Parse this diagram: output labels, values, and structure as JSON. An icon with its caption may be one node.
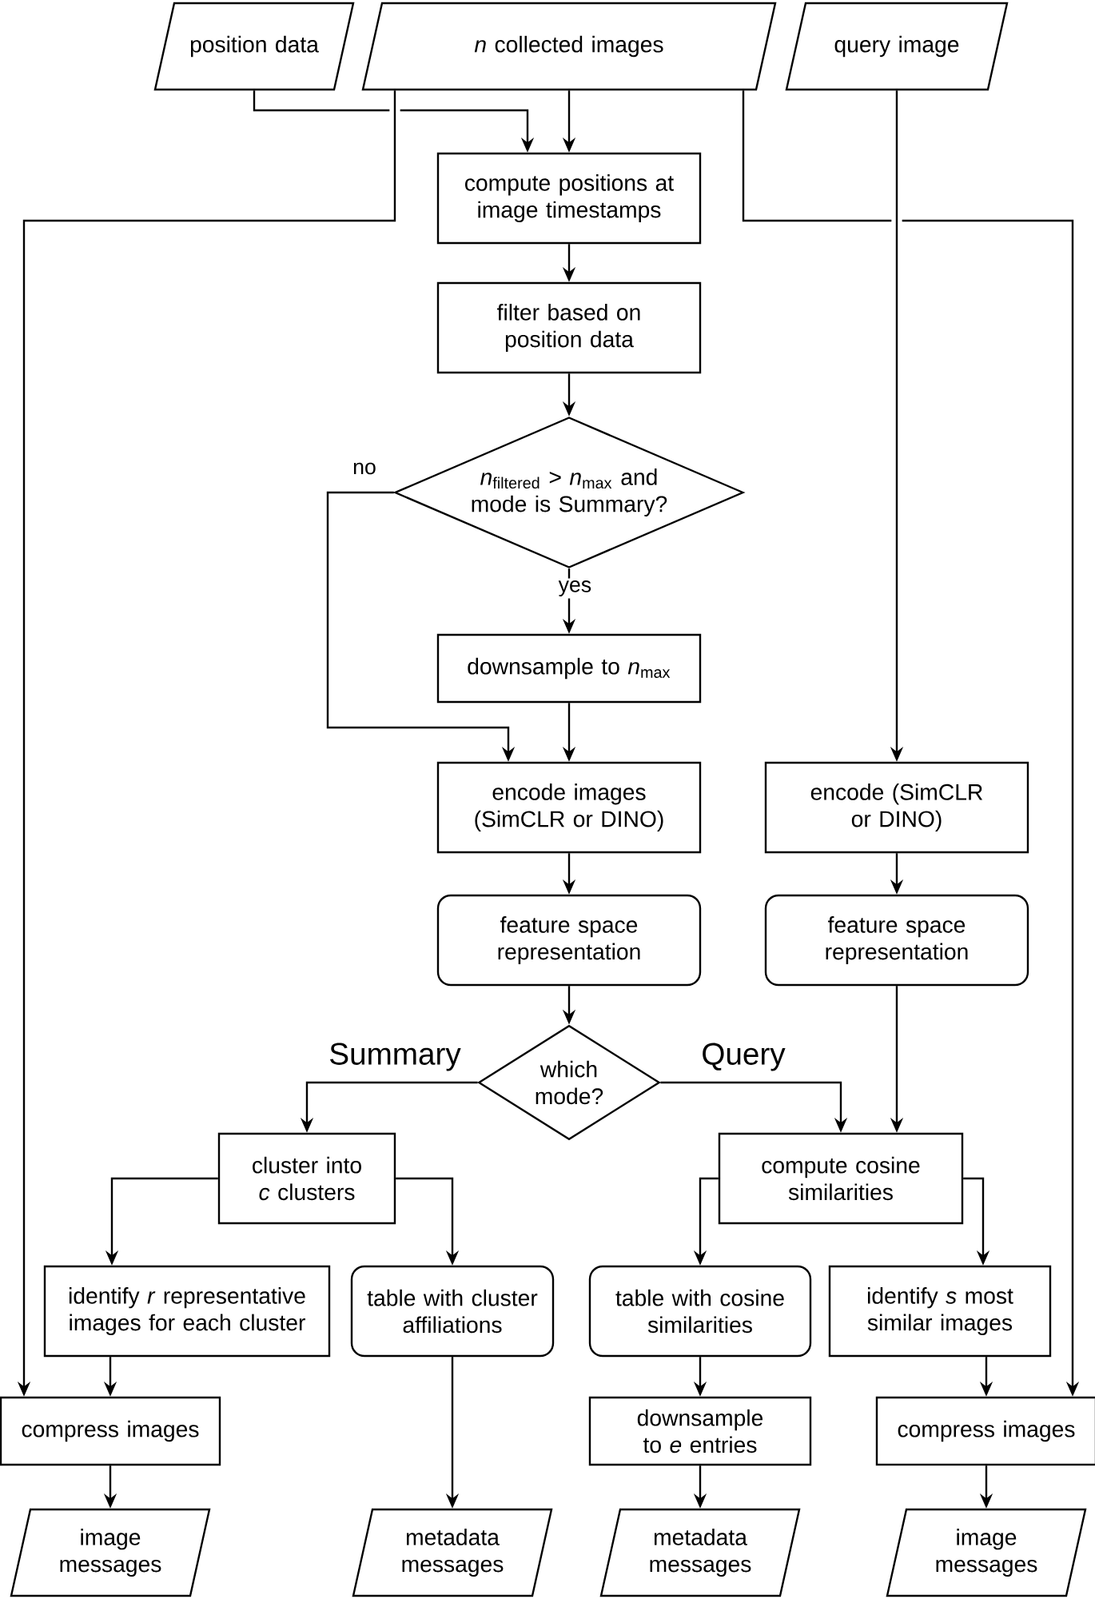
{
  "diagram": {
    "nodes": [
      {
        "text": [
          "position data"
        ]
      },
      {
        "text": [
          "*n* collected images"
        ]
      },
      {
        "text": [
          "query image"
        ]
      },
      {
        "text": [
          "compute positions at image timestamps"
        ]
      },
      {
        "text": [
          "filter based on position data"
        ]
      },
      {
        "text": [
          "*n*$_{filtered}$ > *n*$_{max}$ and mode is Summary?"
        ]
      },
      {
        "text": [
          "downsample to *n*$_{max}$"
        ]
      },
      {
        "text": [
          "encode images (SimCLR or DINO)"
        ]
      },
      {
        "text": [
          "encode (SimCLR or DINO)"
        ]
      },
      {
        "text": [
          "feature space representation"
        ]
      },
      {
        "text": [
          "feature space representation"
        ]
      },
      {
        "text": [
          "which mode?"
        ]
      },
      {
        "text": [
          "cluster into *c* clusters"
        ]
      },
      {
        "text": [
          "compute cosine similarities"
        ]
      },
      {
        "text": [
          "identify *r* representative images for each cluster"
        ]
      },
      {
        "text": [
          "table with cluster affiliations"
        ]
      },
      {
        "text": [
          "table with cosine similarities"
        ]
      },
      {
        "text": [
          "identify *s* most similar images"
        ]
      },
      {
        "text": [
          "compress images"
        ]
      },
      {
        "text": [
          "downsample to *e* entries"
        ]
      },
      {
        "text": [
          "compress images"
        ]
      },
      {
        "text": [
          "image messages"
        ]
      },
      {
        "text": [
          "metadata messages"
        ]
      },
      {
        "text": [
          "metadata messages"
        ]
      },
      {
        "text": [
          "image messages"
        ]
      }
    ],
    "edges": [
      {
        "from": 0,
        "to": 3,
        "arrow": "to"
      },
      {
        "from": 1,
        "to": 3,
        "arrow": "to"
      },
      {
        "from": 1,
        "to": 18,
        "arrow": "to"
      },
      {
        "from": 1,
        "to": 20,
        "arrow": "to"
      },
      {
        "from": 2,
        "to": 8,
        "arrow": "to"
      },
      {
        "from": 3,
        "to": 4,
        "arrow": "to"
      },
      {
        "from": 4,
        "to": 5,
        "arrow": "to"
      },
      {
        "from": 5,
        "to": 6,
        "arrow": "to",
        "label": "yes"
      },
      {
        "from": 5,
        "to": 7,
        "arrow": "to",
        "label": "no"
      },
      {
        "from": 6,
        "to": 7,
        "arrow": "to"
      },
      {
        "from": 7,
        "to": 9,
        "arrow": "to"
      },
      {
        "from": 8,
        "to": 10,
        "arrow": "to"
      },
      {
        "from": 9,
        "to": 11,
        "arrow": "to"
      },
      {
        "from": 11,
        "to": 12,
        "arrow": "to",
        "label": "Summary"
      },
      {
        "from": 11,
        "to": 13,
        "arrow": "to",
        "label": "Query"
      },
      {
        "from": 10,
        "to": 13,
        "arrow": "to"
      },
      {
        "from": 12,
        "to": 14,
        "arrow": "to"
      },
      {
        "from": 12,
        "to": 15,
        "arrow": "to"
      },
      {
        "from": 13,
        "to": 16,
        "arrow": "to"
      },
      {
        "from": 13,
        "to": 17,
        "arrow": "to"
      },
      {
        "from": 14,
        "to": 18,
        "arrow": "to"
      },
      {
        "from": 15,
        "to": 22,
        "arrow": "to"
      },
      {
        "from": 16,
        "to": 19,
        "arrow": "to"
      },
      {
        "from": 19,
        "to": 23,
        "arrow": "to"
      },
      {
        "from": 17,
        "to": 20,
        "arrow": "to"
      },
      {
        "from": 18,
        "to": 21,
        "arrow": "to"
      },
      {
        "from": 20,
        "to": 24,
        "arrow": "to"
      }
    ]
  }
}
